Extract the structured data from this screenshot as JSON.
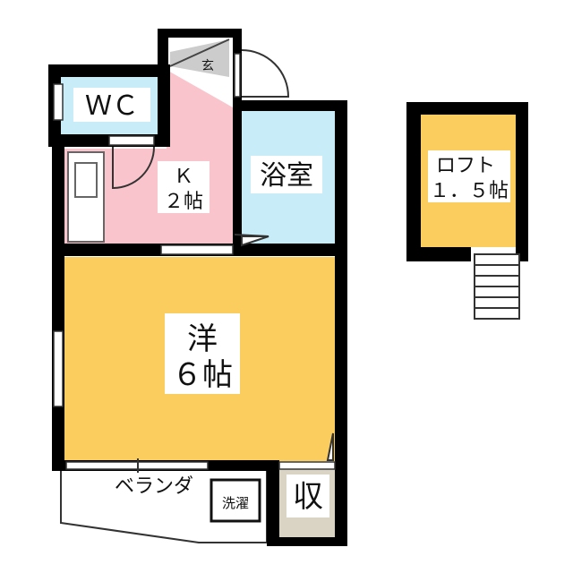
{
  "rooms": {
    "wc": {
      "label": "ＷＣ",
      "color": "#c8ecf8"
    },
    "kitchen": {
      "line1": "Ｋ",
      "line2": "２帖",
      "color": "#f9c4cb"
    },
    "bath": {
      "label": "浴室",
      "color": "#c8ecf8"
    },
    "western": {
      "line1": "洋",
      "line2": "６帖",
      "color": "#fbcc5e"
    },
    "loft": {
      "line1": "ロフト",
      "line2": "１．５帖",
      "color": "#fbcc5e"
    },
    "storage": {
      "label": "収",
      "color": "#d9d4c4"
    },
    "entrance": {
      "label": "玄",
      "color": "#cccccc"
    },
    "laundry": {
      "label": "洗濯"
    },
    "balcony": {
      "label": "ベランダ"
    }
  },
  "colors": {
    "wall": "#000000",
    "floor_white": "#ffffff",
    "fixture_line": "#666666"
  }
}
